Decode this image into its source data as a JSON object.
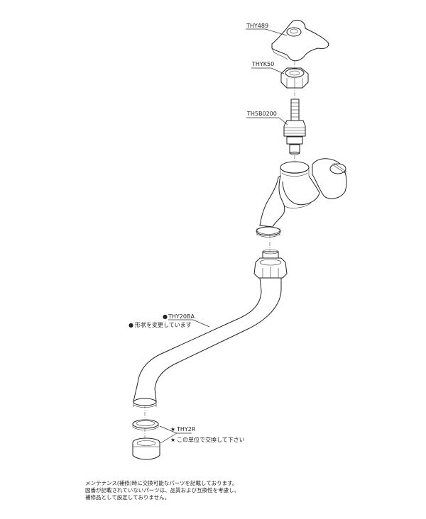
{
  "labels": {
    "handle": "THY489",
    "cap_nut": "THYK50",
    "spindle": "TH5B0200",
    "spout": "THY20BA",
    "spout_note": "形状を変更しています",
    "packing": "THY2R",
    "packing_note": "この単位で交換して下さい"
  },
  "markers": {
    "spout": "●",
    "packing": "★"
  },
  "footnote": {
    "line1": "メンテナンス(補修)時に交換可能なパーツを記載しております。",
    "line2": "図番が記載されていないパーツは、品質および互換性を考慮し、",
    "line3": "補修品として設定しておりません。"
  }
}
